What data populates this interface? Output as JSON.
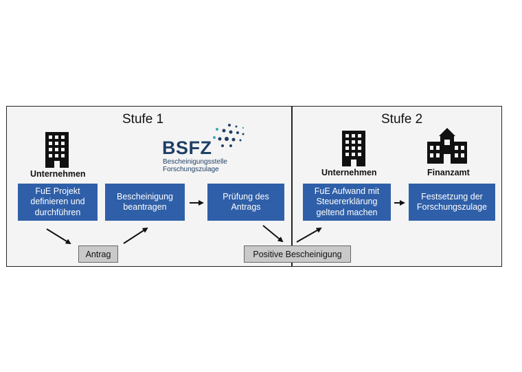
{
  "stage1": {
    "title": "Stufe 1",
    "company_label": "Unternehmen",
    "logo": {
      "text": "BSFZ",
      "subtitle_line1": "Bescheinigungsstelle",
      "subtitle_line2": "Forschungszulage"
    },
    "steps": [
      {
        "line1": "FuE Projekt",
        "line2": "definieren und",
        "line3": "durchführen"
      },
      {
        "line1": "Bescheinigung",
        "line2": "beantragen"
      },
      {
        "line1": "Prüfung des",
        "line2": "Antrags"
      }
    ],
    "antrag_label": "Antrag"
  },
  "stage2": {
    "title": "Stufe 2",
    "company_label": "Unternehmen",
    "tax_office_label": "Finanzamt",
    "steps": [
      {
        "line1": "FuE Aufwand mit",
        "line2": "Steuererklärung",
        "line3": "geltend machen"
      },
      {
        "line1": "Festsetzung der",
        "line2": "Forschungszulage"
      }
    ]
  },
  "positive_label": "Positive Bescheinigung",
  "colors": {
    "box_blue": "#2f5fa8",
    "logo_navy": "#1f3f66",
    "logo_dots": "#3aa7b8"
  },
  "icons": [
    "office-building-icon",
    "office-building-icon",
    "government-building-icon"
  ]
}
